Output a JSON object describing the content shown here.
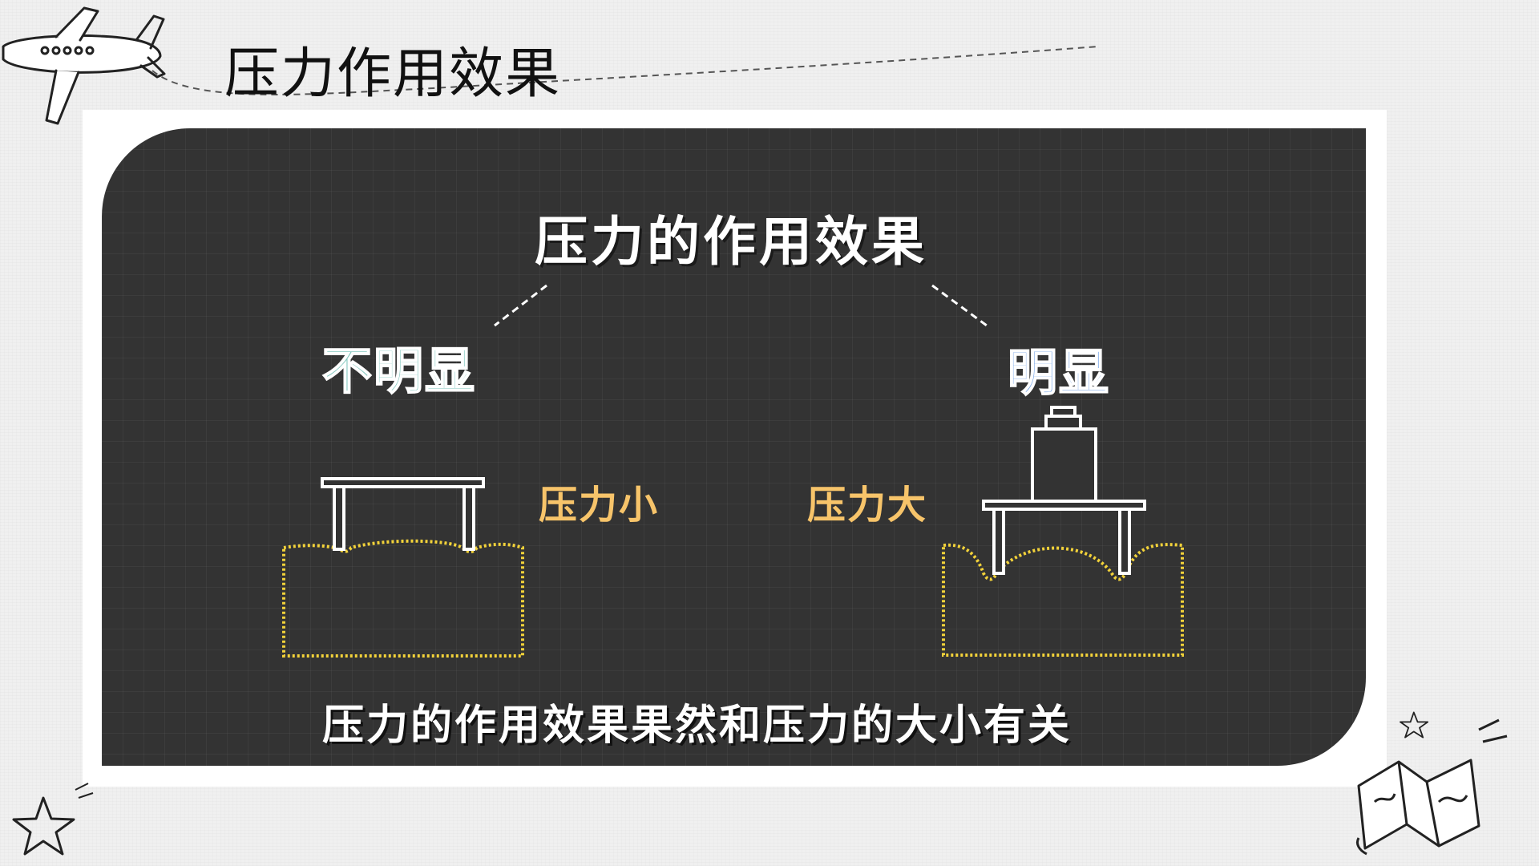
{
  "slide": {
    "title": "压力作用效果"
  },
  "board": {
    "heading": "压力的作用效果",
    "left_label": "不明显",
    "right_label": "明显",
    "small_force_label": "压力小",
    "large_force_label": "压力大",
    "caption": "压力的作用效果果然和压力的大小有关"
  },
  "colors": {
    "board_background": "#333333",
    "heading": "#ffffff",
    "not_obvious": "#7fc6bd",
    "obvious": "#6b9de6",
    "force_label": "#f7c46a",
    "sponge_outline": "#f2d23a",
    "table_outline": "#ffffff"
  },
  "icons": {
    "top_left": "airplane-icon",
    "bottom_left": "star-icon",
    "bottom_right": "map-icon"
  }
}
